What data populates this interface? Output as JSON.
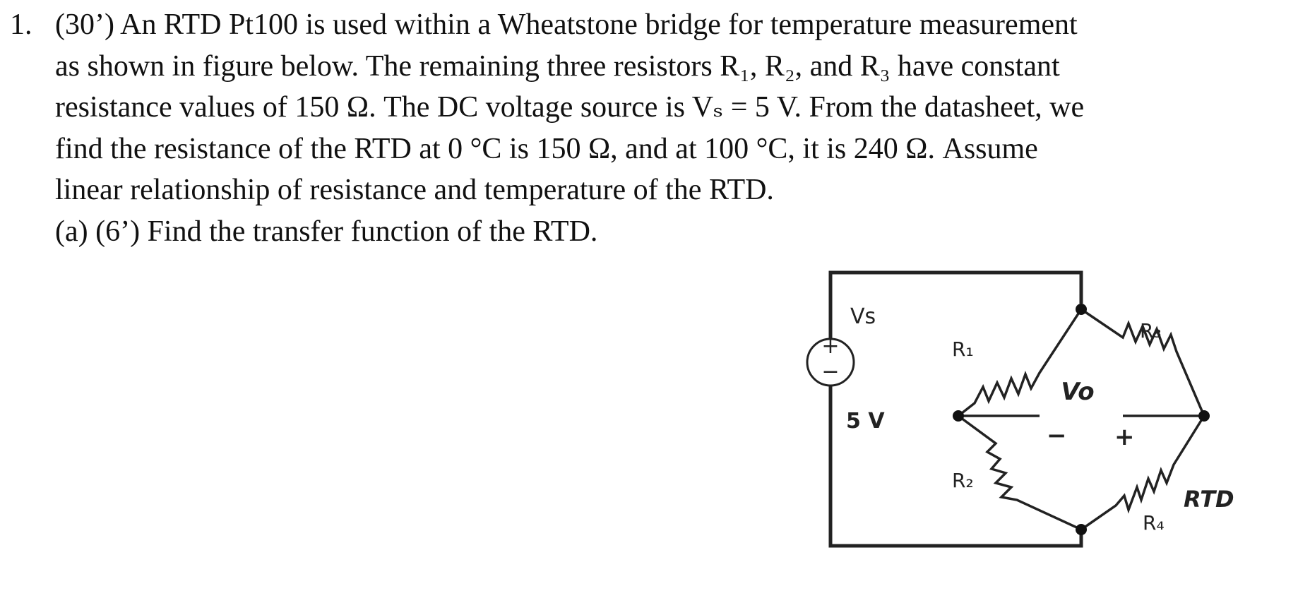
{
  "question": {
    "number": "1.",
    "lines": [
      "(30’) An RTD Pt100 is used within a Wheatstone bridge for temperature measurement",
      "as shown in figure below. The remaining three resistors R₁, R₂, and R₃ have constant",
      "resistance values of 150 Ω. The DC voltage source is Vₛ = 5 V. From the datasheet, we",
      "find the resistance of the RTD at 0 °C is 150 Ω, and at 100 °C, it is 240 Ω. Assume",
      "linear relationship of resistance and temperature of the RTD.",
      "(a) (6’) Find the transfer function of the RTD."
    ]
  },
  "figure": {
    "source_label": "Vs",
    "source_value": "5 V",
    "plus_sign": "+",
    "minus_sign": "−",
    "r1": "R₁",
    "r2": "R₂",
    "r3": "R₃",
    "r4": "R₄",
    "vo": "Vo",
    "vo_minus": "−",
    "vo_plus": "+",
    "rtd": "RTD"
  }
}
